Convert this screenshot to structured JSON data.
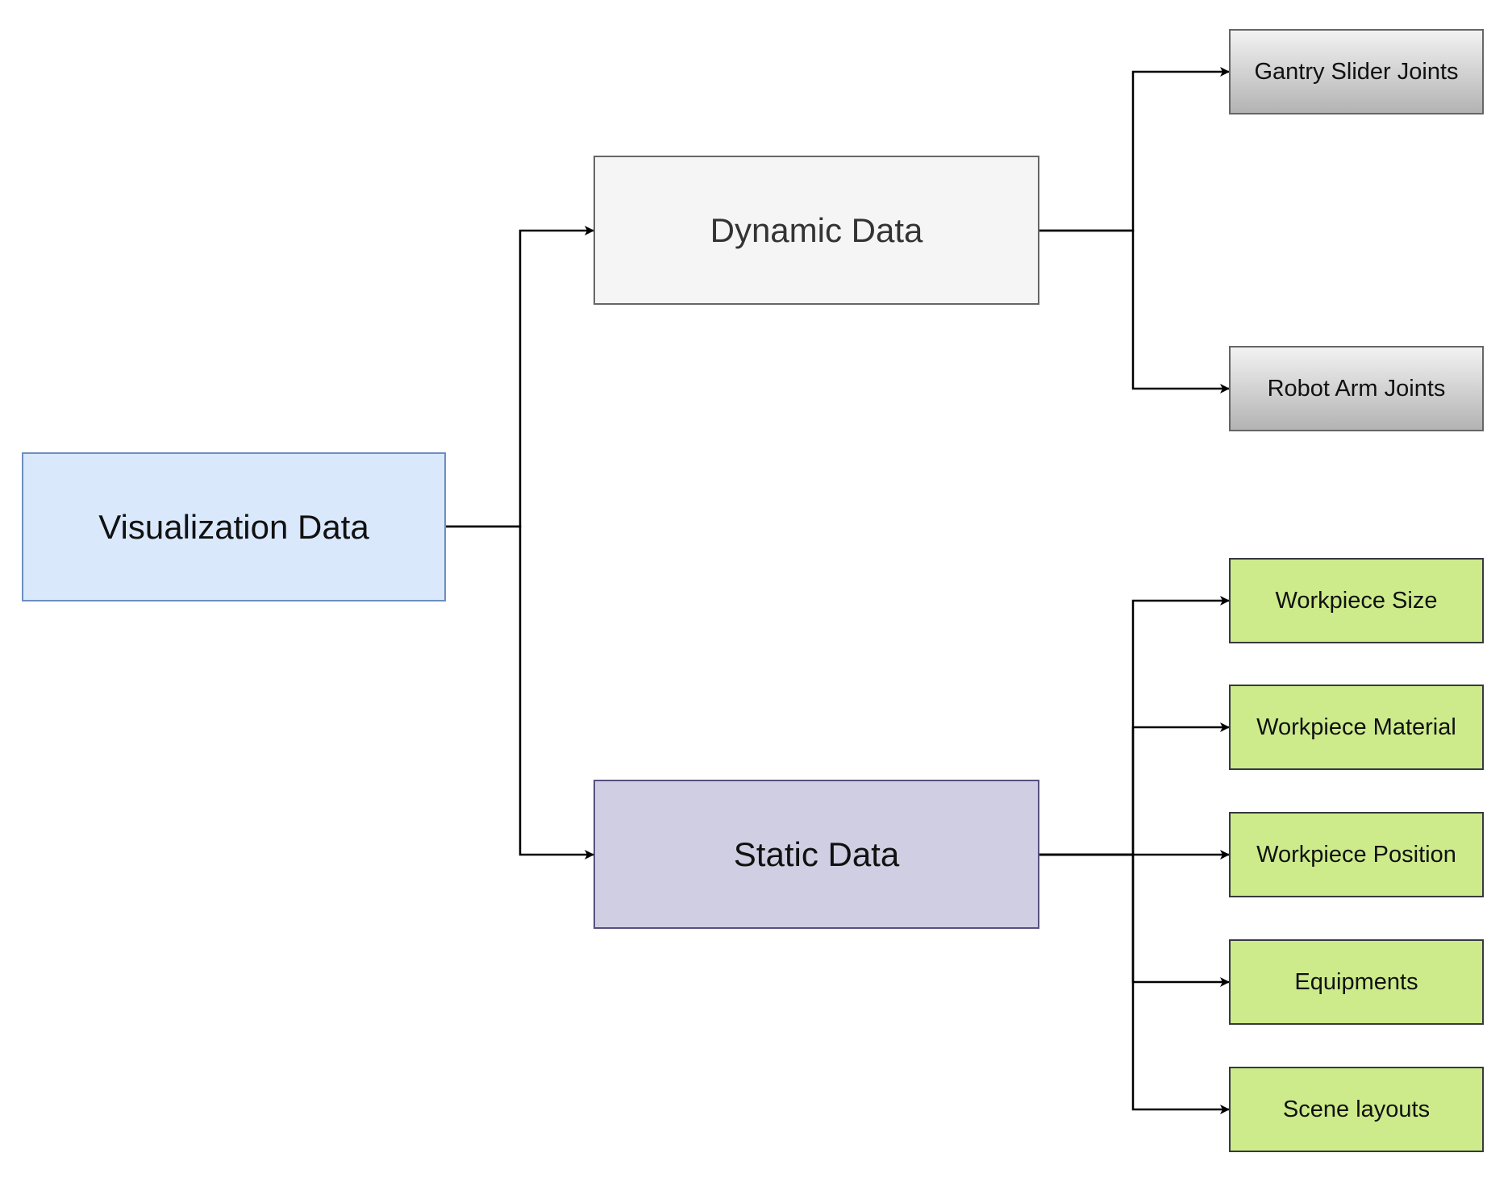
{
  "diagram": {
    "root": {
      "label": "Visualization Data",
      "color": "#dae8fc"
    },
    "dynamic": {
      "label": "Dynamic Data",
      "color": "#f5f5f5",
      "children": [
        {
          "label": "Gantry Slider Joints"
        },
        {
          "label": "Robot Arm Joints"
        }
      ]
    },
    "static": {
      "label": "Static Data",
      "color": "#d0cee2",
      "children": [
        {
          "label": "Workpiece Size"
        },
        {
          "label": "Workpiece Material"
        },
        {
          "label": "Workpiece Position"
        },
        {
          "label": "Equipments"
        },
        {
          "label": "Scene layouts"
        }
      ]
    },
    "leaf_colors": {
      "dynamic": "#b3b3b3",
      "static": "#cdeb8b"
    },
    "connector_color": "#000000"
  }
}
